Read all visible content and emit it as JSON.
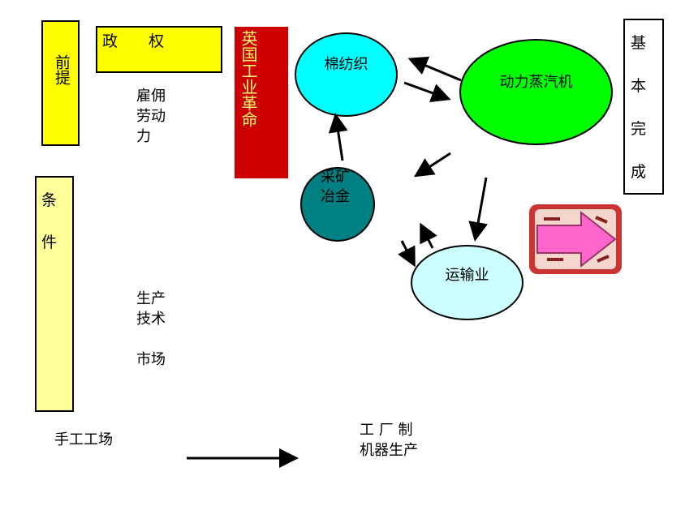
{
  "colors": {
    "yellow": "#ffff00",
    "pale_yellow": "#ffff99",
    "red": "#cc0000",
    "cyan": "#00ffff",
    "green": "#00ff00",
    "teal": "#008080",
    "light_cyan": "#ccffff"
  },
  "boxes": {
    "premise": "前提",
    "political_power": "政　　权",
    "uk_industrial_revolution": "英国工业革命",
    "conditions": "条\n件",
    "basically_completed": "基本完成"
  },
  "labels": {
    "hired_labor": "雇佣\n劳动\n力",
    "tech_market": "生产\n技术\n\n市场",
    "manual_workshop": "手工工场",
    "factory_machine": "工 厂 制\n机器生产"
  },
  "nodes": {
    "cotton_textile": "棉纺织",
    "steam_engine": "动力蒸汽机",
    "mining_metallurgy": "采矿\n冶金",
    "transport": "运输业"
  },
  "icons": {
    "decorative_arrow": "right-arrow-icon"
  }
}
